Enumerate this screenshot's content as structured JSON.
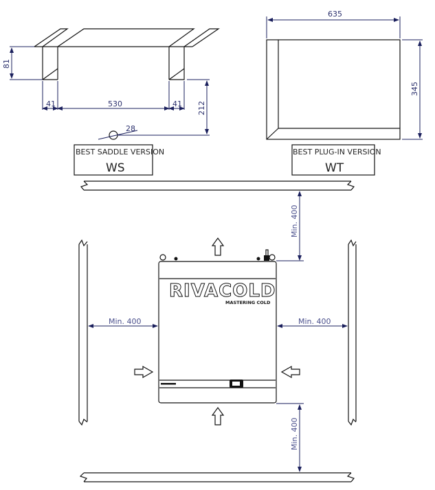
{
  "saddle_version": {
    "title": "BEST SADDLE VERSION",
    "code": "WS",
    "dimensions": {
      "height": "81",
      "left_flange": "41",
      "width": "530",
      "right_flange": "41",
      "depth": "212",
      "hole_diameter": "28"
    }
  },
  "plugin_version": {
    "title": "BEST PLUG-IN VERSION",
    "code": "WT",
    "dimensions": {
      "width": "635",
      "height": "345"
    }
  },
  "clearance": {
    "top": "Min. 400",
    "left": "Min. 400",
    "right": "Min. 400",
    "bottom": "Min. 400"
  },
  "unit": {
    "brand": "RIVACOLD",
    "tagline": "MASTERING COLD"
  },
  "colors": {
    "line": "#111111",
    "dimension": "#1a1f5c",
    "background": "#ffffff"
  }
}
